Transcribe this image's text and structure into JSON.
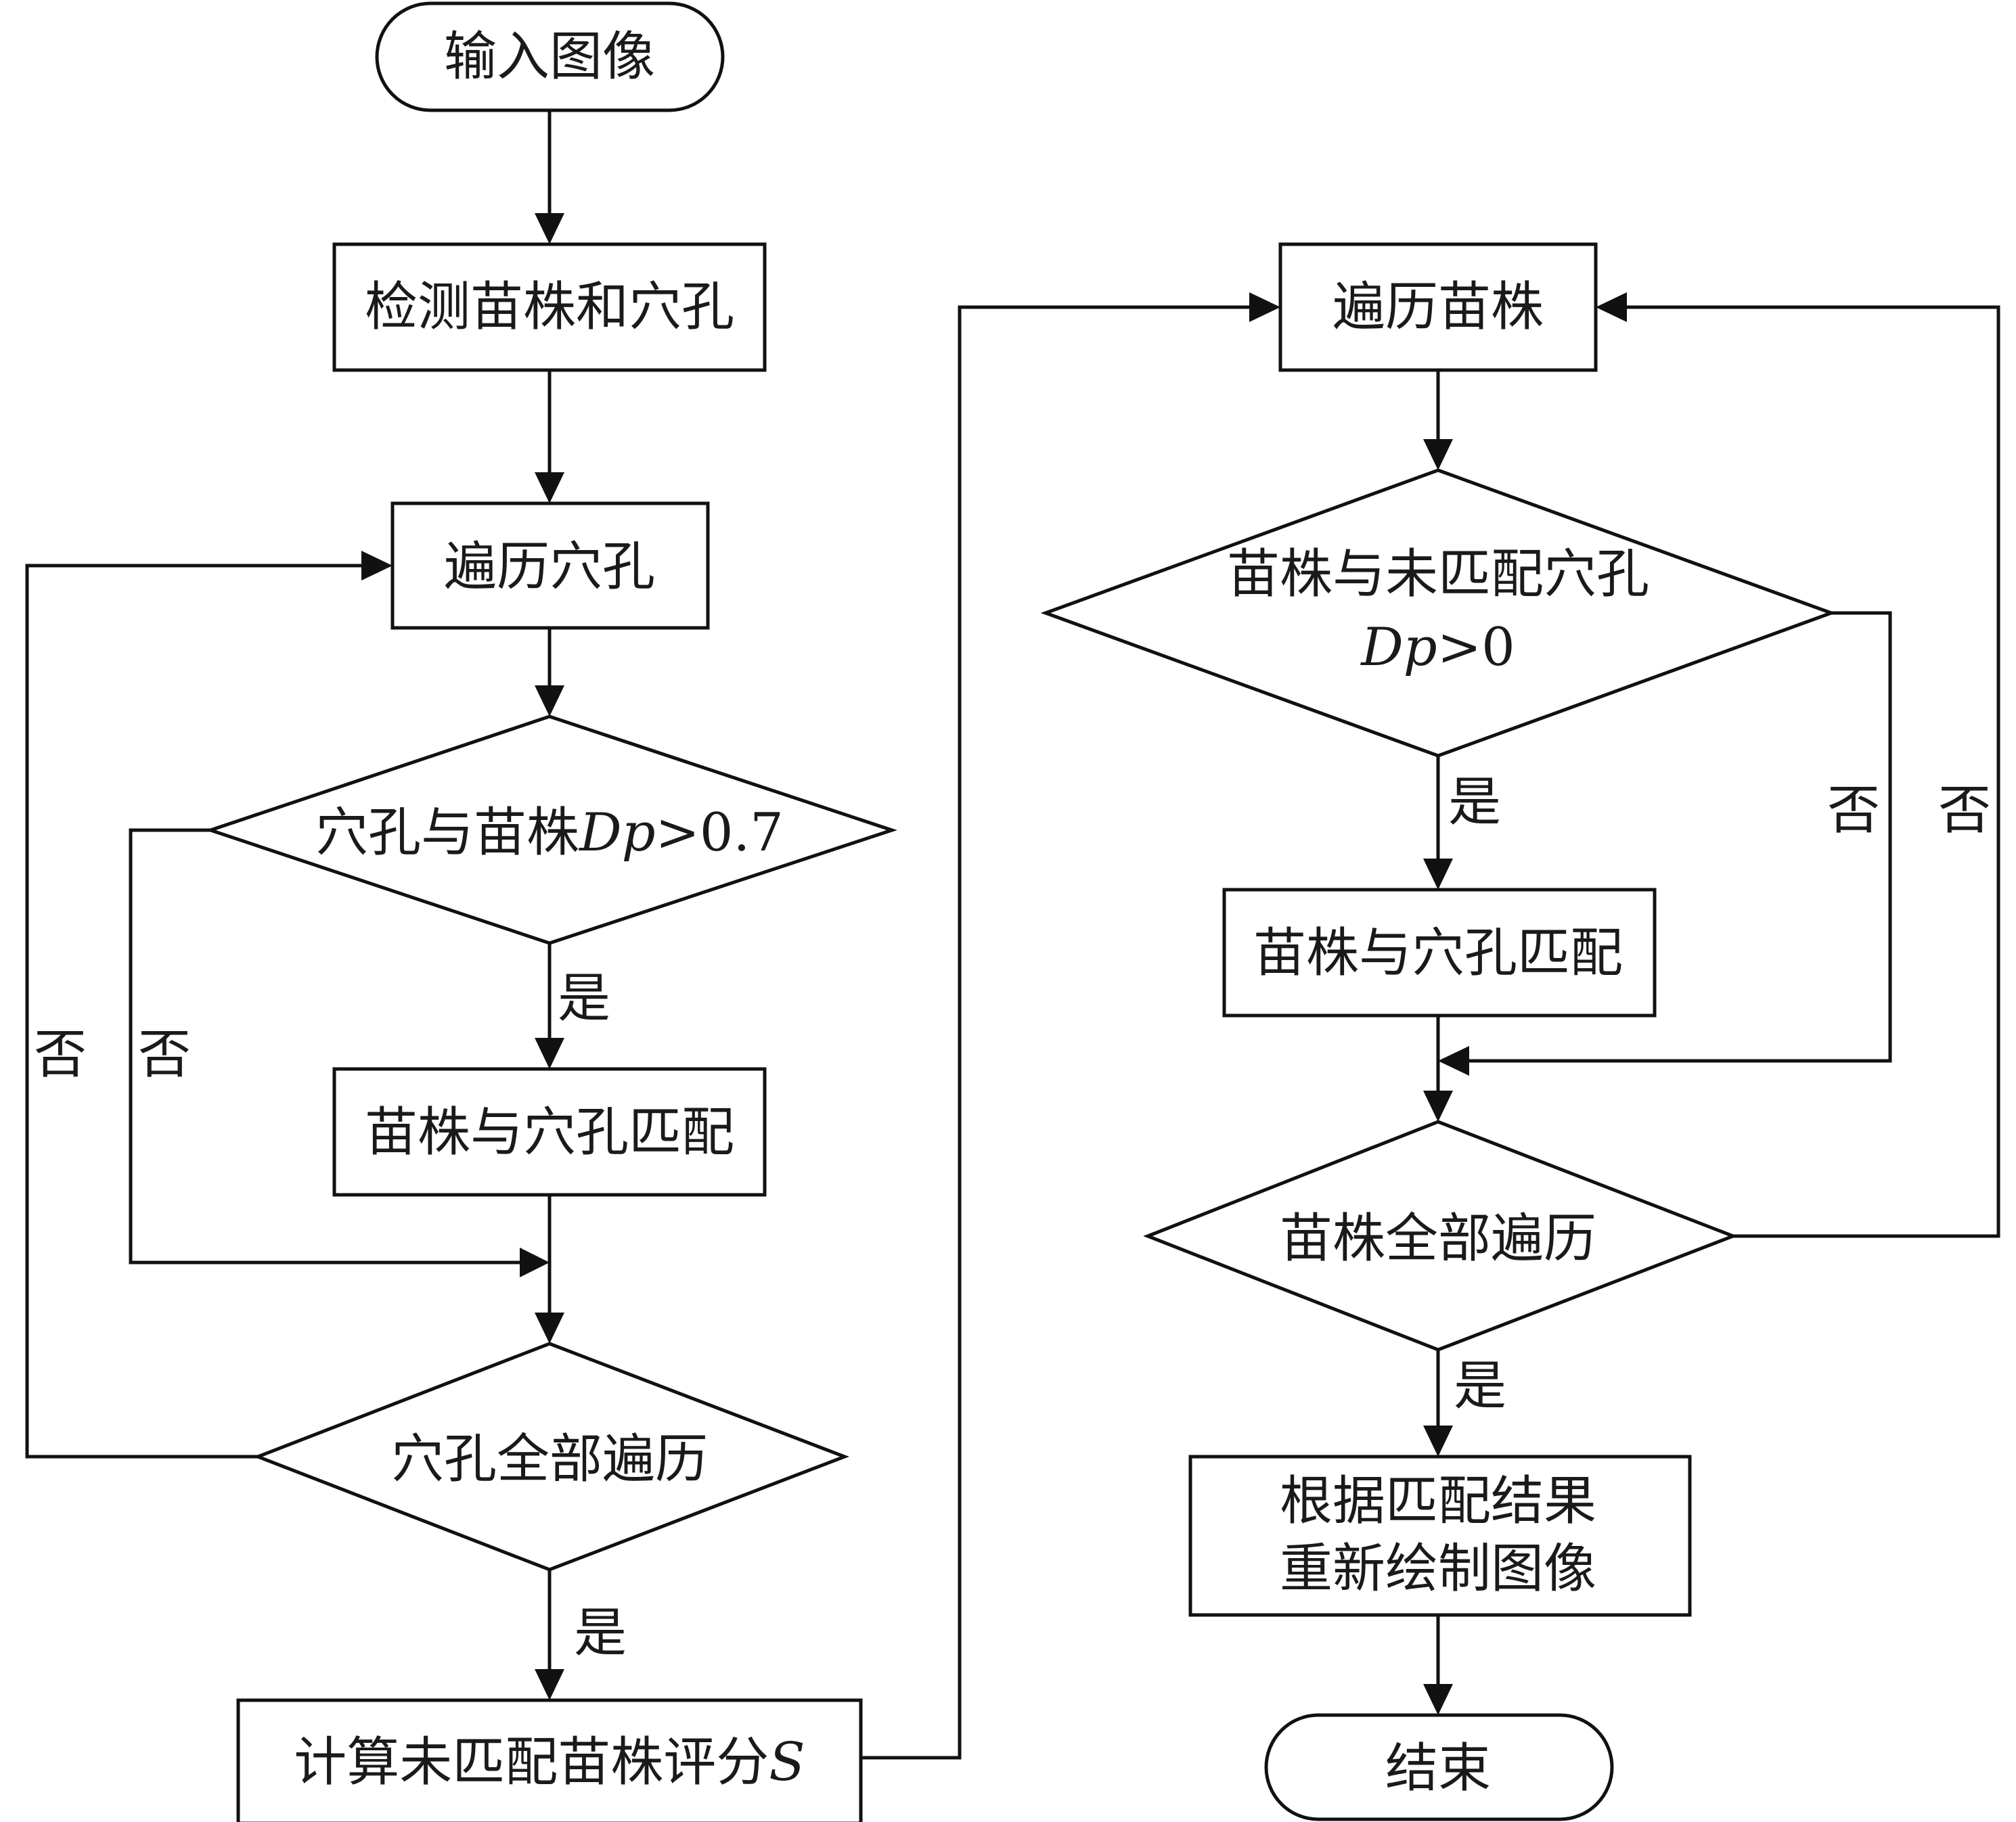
{
  "nodes": {
    "start": "输入图像",
    "detect": "检测苗株和穴孔",
    "traverse_holes": "遍历穴孔",
    "hole_check_text": "穴孔与苗株",
    "hole_check_var": "Dp",
    "hole_check_tail": ">0.7",
    "match_left": "苗株与穴孔匹配",
    "all_holes": "穴孔全部遍历",
    "score_text": "计算未匹配苗株评分",
    "score_var": "S",
    "traverse_seedlings": "遍历苗株",
    "seedling_check_line1": "苗株与未匹配穴孔",
    "seedling_check_var": "Dp",
    "seedling_check_tail": ">0",
    "match_right": "苗株与穴孔匹配",
    "all_seedlings": "苗株全部遍历",
    "redraw_line1": "根据匹配结果",
    "redraw_line2": "重新绘制图像",
    "end": "结束"
  },
  "edge_labels": {
    "yes_hole_check": "是",
    "no_hole_check": "否",
    "no_all_holes": "否",
    "yes_all_holes": "是",
    "yes_seedling_check": "是",
    "no_seedling_check": "否",
    "no_all_seedlings": "否",
    "yes_all_seedlings": "是"
  }
}
